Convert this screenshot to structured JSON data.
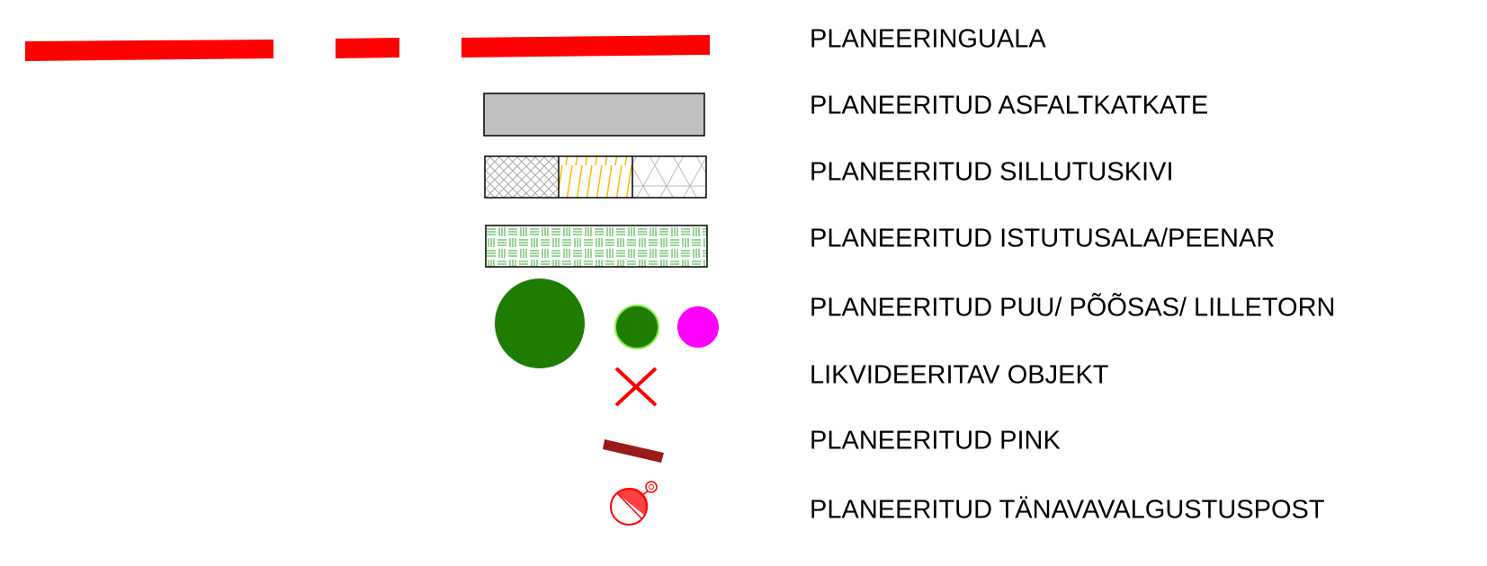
{
  "legend": {
    "items": [
      {
        "label": "PLANEERINGUALA",
        "symbol": "planning-boundary-line",
        "color": "#ff0000"
      },
      {
        "label": "PLANEERITUD ASFALTKATKATE",
        "symbol": "asphalt-swatch",
        "color": "#c0c0c0"
      },
      {
        "label": "PLANEERITUD SILLUTUSKIVI",
        "symbol": "paving-stone-swatch",
        "colors": [
          "#aaaaaa",
          "#ffbb00",
          "#bbbbbb"
        ]
      },
      {
        "label": "PLANEERITUD ISTUTUSALA/PEENAR",
        "symbol": "planting-bed-swatch",
        "color": "#33aa33"
      },
      {
        "label": "PLANEERITUD PUU/ PÕÕSAS/ LILLETORN",
        "symbol": "tree-shrub-flowertower-icons",
        "colors": [
          "#1e7d00",
          "#1e7d00",
          "#ff00ff"
        ]
      },
      {
        "label": "LIKVIDEERITAV OBJEKT",
        "symbol": "removal-cross-icon",
        "color": "#ff0000"
      },
      {
        "label": "PLANEERITUD PINK",
        "symbol": "bench-icon",
        "color": "#9b1b1b"
      },
      {
        "label": "PLANEERITUD TÄNAVAVALGUSTUSPOST",
        "symbol": "street-light-icon",
        "color": "#ff0000"
      }
    ]
  }
}
